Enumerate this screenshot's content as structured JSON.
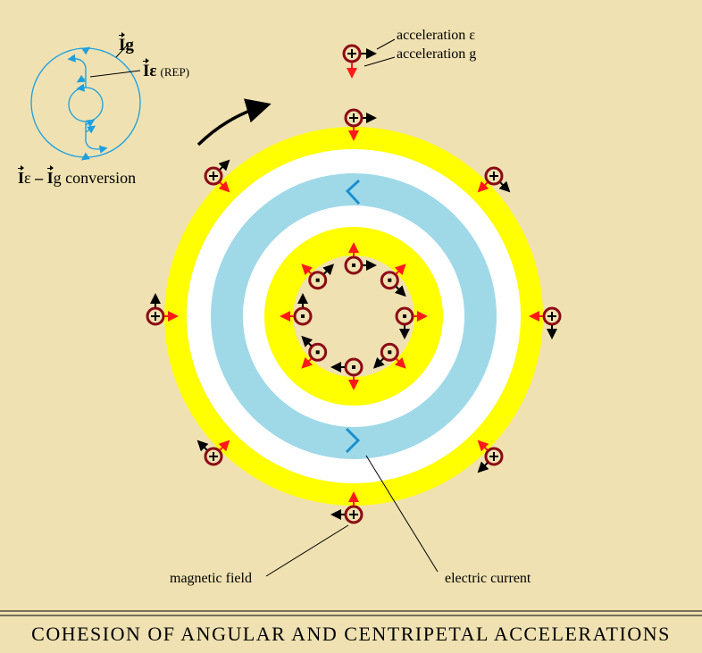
{
  "title": "COHESION OF ANGULAR AND CENTRIPETAL ACCELERATIONS",
  "legend": {
    "acceleration_e": "acceleration ε",
    "acceleration_g": "acceleration g"
  },
  "labels": {
    "magnetic_field": "magnetic field",
    "electric_current": "electric current"
  },
  "inset": {
    "Ig_symbol": "I",
    "Ig_sub": "g",
    "Ie_symbol": "I",
    "Ie_sub": "ε",
    "Ie_note": "(REP)",
    "conversion_a": "I",
    "conversion_a_sub": "ε",
    "minus": "–",
    "conversion_b": "I",
    "conversion_b_sub": "g",
    "conversion_text": "conversion"
  },
  "colors": {
    "background": "#efe1b1",
    "yellow": "#ffff00",
    "blue": "#9fd9e8",
    "white": "#ffffff",
    "marker": "#8b0a14",
    "red_arrow": "#ff1a1a",
    "inset_blue": "#1aa0e0"
  }
}
